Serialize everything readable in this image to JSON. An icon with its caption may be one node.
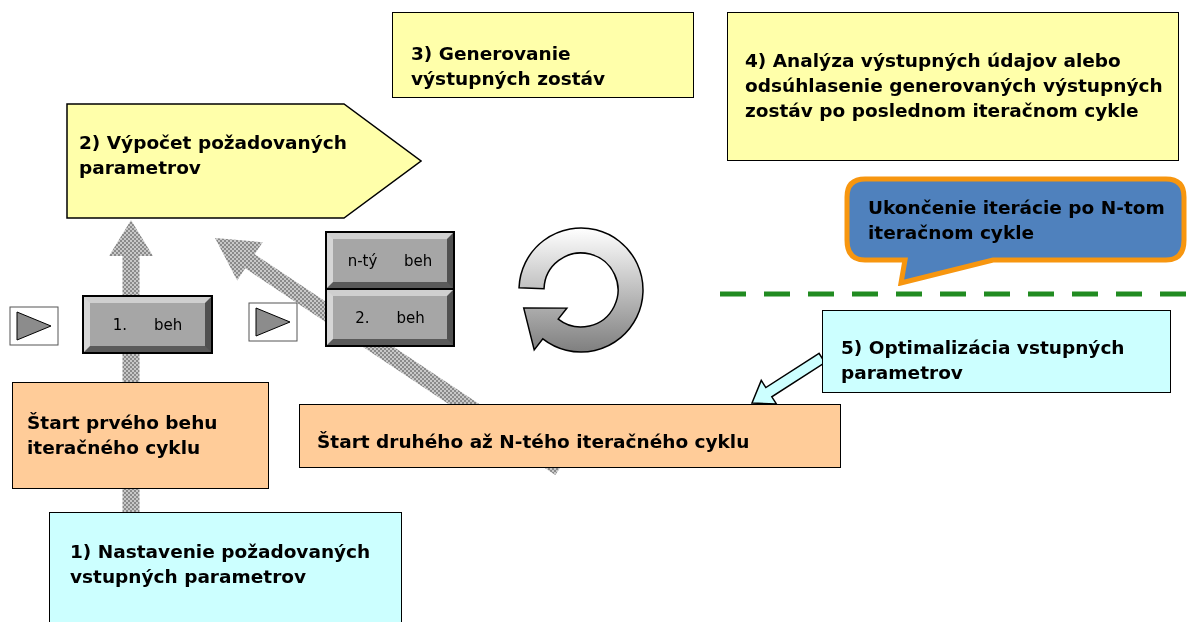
{
  "diagram": {
    "nodes": [
      {
        "text": [
          "2) Výpočet požadovaných parametrov"
        ]
      },
      {
        "text": [
          "3) Generovanie výstupných zostáv"
        ]
      },
      {
        "text": [
          "4) Analýza výstupných údajov alebo odsúhlasenie generovaných výstupných zostáv po poslednom iteračnom cykle"
        ]
      },
      {
        "text": [
          "Ukončenie iterácie po N-tom iteračnom cykle"
        ]
      },
      {
        "text": [
          "n-tý beh"
        ]
      },
      {
        "text": [
          "2. beh"
        ]
      },
      {
        "text": [
          "1. beh"
        ]
      },
      {
        "text": [
          "Štart prvého behu iteračného cyklu"
        ]
      },
      {
        "text": [
          "Štart druhého až N-tého iteračného cyklu"
        ]
      },
      {
        "text": [
          "1) Nastavenie požadovaných vstupných parametrov"
        ]
      },
      {
        "text": [
          "5) Optimalizácia vstupných parametrov"
        ]
      }
    ],
    "edges": [
      {
        "from": 9,
        "to": 0,
        "arrow": "to"
      },
      {
        "from": 8,
        "to": 0,
        "arrow": "to"
      },
      {
        "from": 10,
        "to": 8,
        "arrow": "to",
        "color": "#ccffff"
      }
    ]
  }
}
